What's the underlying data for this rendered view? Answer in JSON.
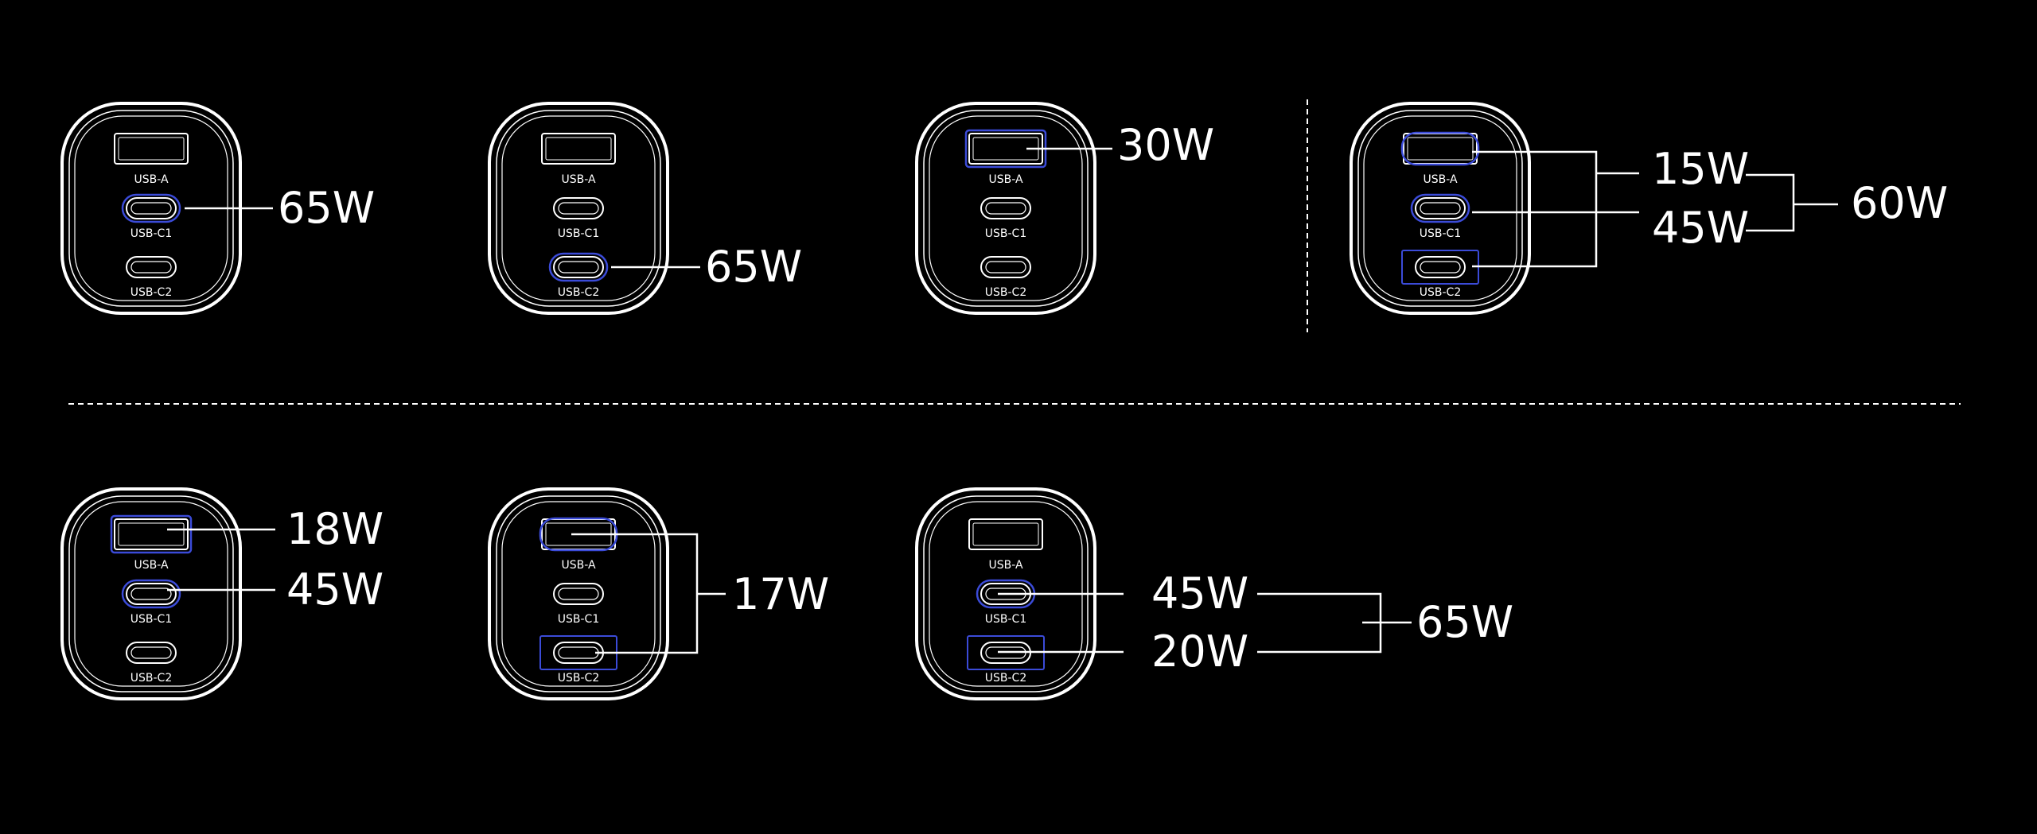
{
  "port_labels": {
    "usb_a": "USB-A",
    "usb_c1": "USB-C1",
    "usb_c2": "USB-C2"
  },
  "colors": {
    "background": "#000000",
    "outline": "#ffffff",
    "highlight": "#3b4bd8"
  },
  "configurations": [
    {
      "name": "single-usb-c1",
      "active_ports": [
        "usb_c1"
      ],
      "outputs": [
        "65W"
      ]
    },
    {
      "name": "single-usb-c2",
      "active_ports": [
        "usb_c2"
      ],
      "outputs": [
        "65W"
      ]
    },
    {
      "name": "single-usb-a",
      "active_ports": [
        "usb_a"
      ],
      "outputs": [
        "30W"
      ]
    },
    {
      "name": "all-three",
      "active_ports": [
        "usb_a",
        "usb_c1",
        "usb_c2"
      ],
      "outputs": [
        "15W",
        "45W"
      ],
      "total": "60W"
    },
    {
      "name": "usb-a-and-c1",
      "active_ports": [
        "usb_a",
        "usb_c1"
      ],
      "outputs": [
        "18W",
        "45W"
      ]
    },
    {
      "name": "usb-a-and-c2",
      "active_ports": [
        "usb_a",
        "usb_c2"
      ],
      "outputs": [
        "17W"
      ]
    },
    {
      "name": "usb-c1-and-c2",
      "active_ports": [
        "usb_c1",
        "usb_c2"
      ],
      "outputs": [
        "45W",
        "20W"
      ],
      "total": "65W"
    }
  ]
}
